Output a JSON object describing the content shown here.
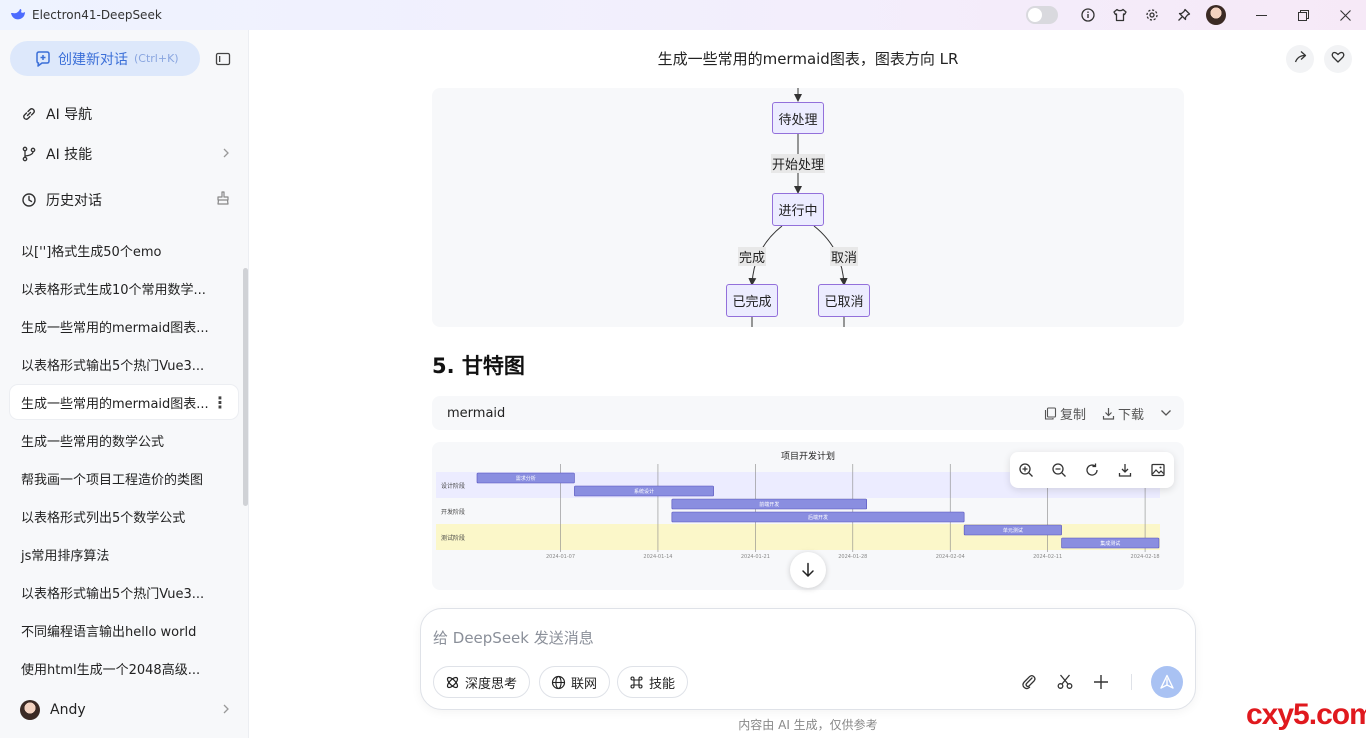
{
  "app": {
    "window_title": "Electron41-DeepSeek"
  },
  "sidebar": {
    "new_chat_label": "创建新对话",
    "new_chat_shortcut": "(Ctrl+K)",
    "nav": {
      "ai_nav": "AI 导航",
      "ai_skills": "AI 技能",
      "history": "历史对话"
    },
    "history_items": [
      {
        "label": "以['']格式生成50个emo",
        "active": false
      },
      {
        "label": "以表格形式生成10个常用数学...",
        "active": false
      },
      {
        "label": "生成一些常用的mermaid图表...",
        "active": false
      },
      {
        "label": "以表格形式输出5个热门Vue3...",
        "active": false
      },
      {
        "label": "生成一些常用的mermaid图表...",
        "active": true
      },
      {
        "label": "生成一些常用的数学公式",
        "active": false
      },
      {
        "label": "帮我画一个项目工程造价的类图",
        "active": false
      },
      {
        "label": "以表格形式列出5个数学公式",
        "active": false
      },
      {
        "label": "js常用排序算法",
        "active": false
      },
      {
        "label": "以表格形式输出5个热门Vue3...",
        "active": false
      },
      {
        "label": "不同编程语言输出hello world",
        "active": false
      },
      {
        "label": "使用html生成一个2048高级...",
        "active": false
      }
    ],
    "user_name": "Andy"
  },
  "chat": {
    "title": "生成一些常用的mermaid图表，图表方向 LR",
    "flowchart": {
      "nodes": {
        "pending": "待处理",
        "in_progress": "进行中",
        "done": "已完成",
        "cancelled": "已取消"
      },
      "edges": {
        "start": "开始处理",
        "complete": "完成",
        "cancel": "取消"
      }
    },
    "section_heading": "5. 甘特图",
    "code_block": {
      "language": "mermaid",
      "copy_label": "复制",
      "download_label": "下载"
    }
  },
  "composer": {
    "placeholder": "给 DeepSeek 发送消息",
    "deep_think": "深度思考",
    "web_search": "联网",
    "skills": "技能"
  },
  "disclaimer": "内容由 AI 生成，仅供参考",
  "watermark": "cxy5.com",
  "colors": {
    "accent": "#3b6fd8",
    "gantt_bar": "#8a8ee0",
    "gantt_band_design": "#ececff",
    "gantt_band_test": "#fbf7c9"
  },
  "chart_data": {
    "type": "gantt",
    "title": "项目开发计划",
    "sections": [
      "设计阶段",
      "开发阶段",
      "测试阶段"
    ],
    "tasks": [
      {
        "name": "需求分析",
        "section": "设计阶段",
        "start": "2024-01-01",
        "end": "2024-01-08"
      },
      {
        "name": "系统设计",
        "section": "设计阶段",
        "start": "2024-01-08",
        "end": "2024-01-18"
      },
      {
        "name": "前端开发",
        "section": "开发阶段",
        "start": "2024-01-15",
        "end": "2024-01-29"
      },
      {
        "name": "后端开发",
        "section": "开发阶段",
        "start": "2024-01-15",
        "end": "2024-02-05"
      },
      {
        "name": "单元测试",
        "section": "测试阶段",
        "start": "2024-02-05",
        "end": "2024-02-12"
      },
      {
        "name": "集成测试",
        "section": "测试阶段",
        "start": "2024-02-12",
        "end": "2024-02-19"
      }
    ],
    "x_ticks": [
      "2024-01-07",
      "2024-01-14",
      "2024-01-21",
      "2024-01-28",
      "2024-02-04",
      "2024-02-11",
      "2024-02-18"
    ]
  }
}
